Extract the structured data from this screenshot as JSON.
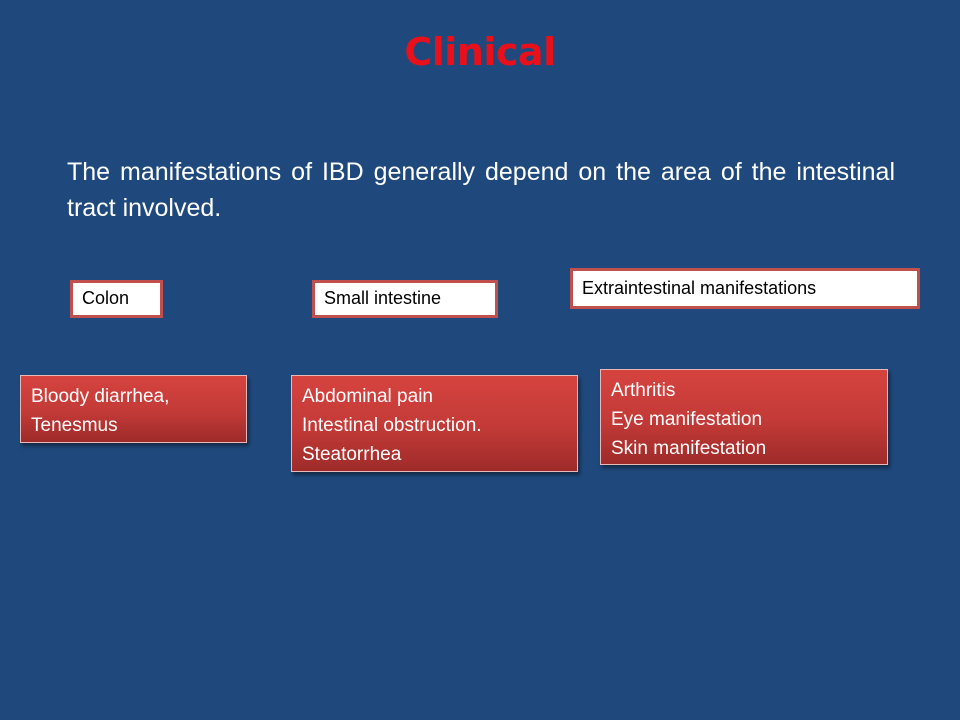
{
  "slide": {
    "title": "Clinical",
    "intro": "The manifestations of IBD generally depend on the area of the intestinal tract involved.",
    "colors": {
      "background": "#1f497d",
      "title": "#e8101a",
      "box_fill": "#c0504d",
      "label_border": "#c0504d"
    }
  },
  "categories": [
    {
      "label": "Colon",
      "items": [
        "Bloody diarrhea,",
        "Tenesmus"
      ]
    },
    {
      "label": "Small  intestine",
      "items": [
        "Abdominal pain",
        "Intestinal obstruction.",
        "Steatorrhea"
      ]
    },
    {
      "label": "Extraintestinal  manifestations",
      "items": [
        "Arthritis",
        "Eye manifestation",
        "Skin manifestation"
      ]
    }
  ]
}
